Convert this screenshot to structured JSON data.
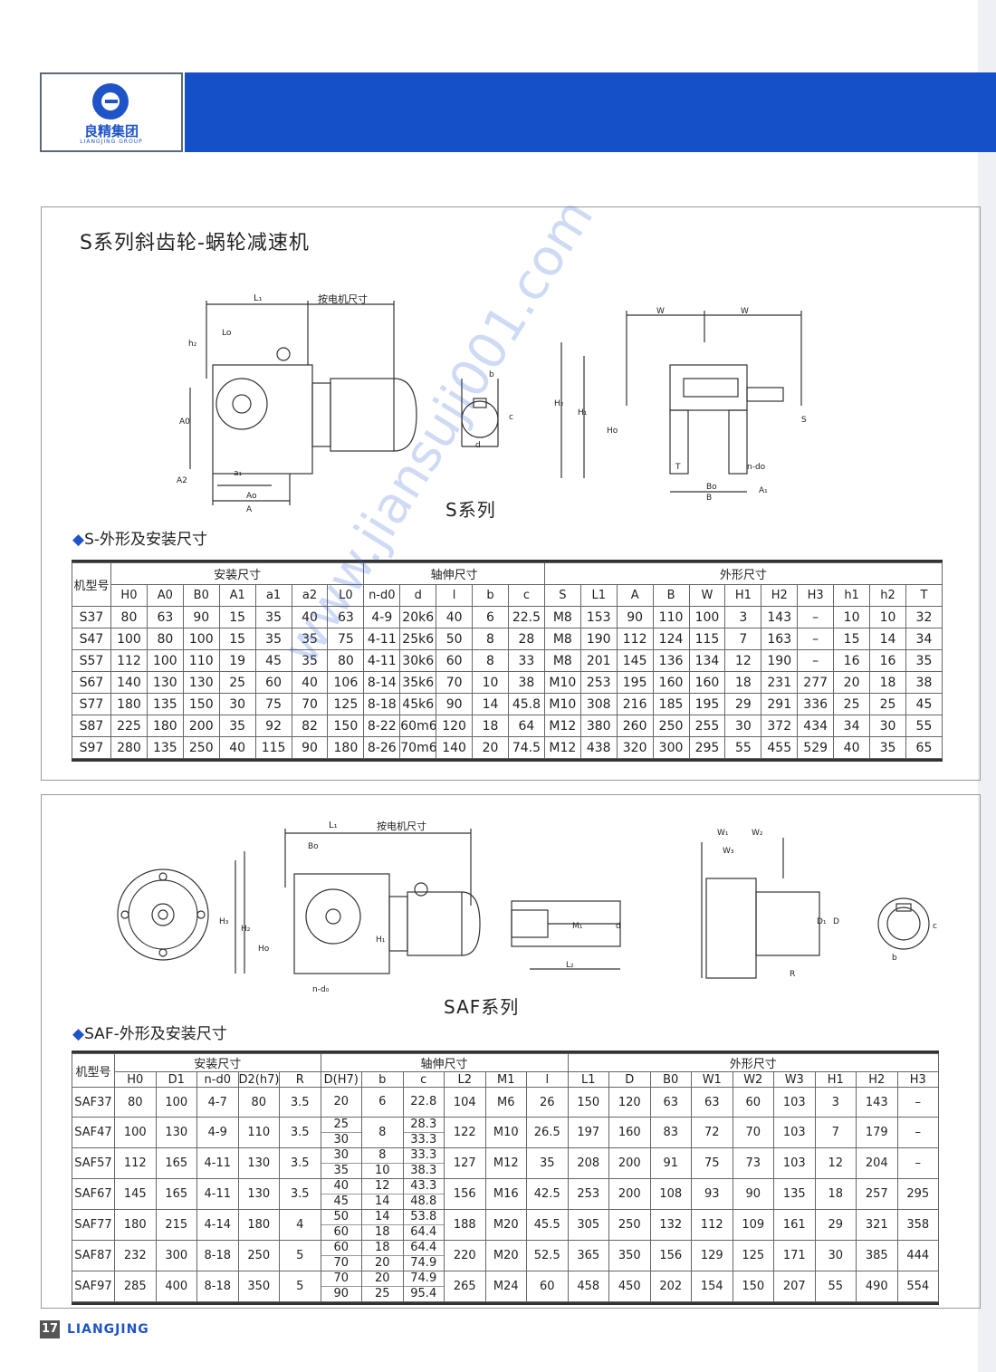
{
  "header": {
    "logo_cn": "良精集团",
    "logo_en": "LIANGJING GROUP"
  },
  "s_section": {
    "title": "S系列斜齿轮-蜗轮减速机",
    "diagram_caption": "S系列",
    "motor_note": "按电机尺寸",
    "subtitle": "S-外形及安装尺寸",
    "groups": {
      "model": "机型号",
      "install": "安装尺寸",
      "shaft": "轴伸尺寸",
      "outline": "外形尺寸"
    },
    "columns": [
      "H0",
      "A0",
      "B0",
      "A1",
      "a1",
      "a2",
      "L0",
      "n-d0",
      "d",
      "l",
      "b",
      "c",
      "S",
      "L1",
      "A",
      "B",
      "W",
      "H1",
      "H2",
      "H3",
      "h1",
      "h2",
      "T"
    ],
    "rows": [
      [
        "S37",
        "80",
        "63",
        "90",
        "15",
        "35",
        "40",
        "63",
        "4-9",
        "20k6",
        "40",
        "6",
        "22.5",
        "M8",
        "153",
        "90",
        "110",
        "100",
        "3",
        "143",
        "–",
        "10",
        "10",
        "32"
      ],
      [
        "S47",
        "100",
        "80",
        "100",
        "15",
        "35",
        "35",
        "75",
        "4-11",
        "25k6",
        "50",
        "8",
        "28",
        "M8",
        "190",
        "112",
        "124",
        "115",
        "7",
        "163",
        "–",
        "15",
        "14",
        "34"
      ],
      [
        "S57",
        "112",
        "100",
        "110",
        "19",
        "45",
        "35",
        "80",
        "4-11",
        "30k6",
        "60",
        "8",
        "33",
        "M8",
        "201",
        "145",
        "136",
        "134",
        "12",
        "190",
        "–",
        "16",
        "16",
        "35"
      ],
      [
        "S67",
        "140",
        "130",
        "130",
        "25",
        "60",
        "40",
        "106",
        "8-14",
        "35k6",
        "70",
        "10",
        "38",
        "M10",
        "253",
        "195",
        "160",
        "160",
        "18",
        "231",
        "277",
        "20",
        "18",
        "38"
      ],
      [
        "S77",
        "180",
        "135",
        "150",
        "30",
        "75",
        "70",
        "125",
        "8-18",
        "45k6",
        "90",
        "14",
        "45.8",
        "M10",
        "308",
        "216",
        "185",
        "195",
        "29",
        "291",
        "336",
        "25",
        "25",
        "45"
      ],
      [
        "S87",
        "225",
        "180",
        "200",
        "35",
        "92",
        "82",
        "150",
        "8-22",
        "60m6",
        "120",
        "18",
        "64",
        "M12",
        "380",
        "260",
        "250",
        "255",
        "30",
        "372",
        "434",
        "34",
        "30",
        "55"
      ],
      [
        "S97",
        "280",
        "135",
        "250",
        "40",
        "115",
        "90",
        "180",
        "8-26",
        "70m6",
        "140",
        "20",
        "74.5",
        "M12",
        "438",
        "320",
        "300",
        "295",
        "55",
        "455",
        "529",
        "40",
        "35",
        "65"
      ]
    ]
  },
  "saf_section": {
    "diagram_caption": "SAF系列",
    "motor_note": "按电机尺寸",
    "subtitle": "SAF-外形及安装尺寸",
    "groups": {
      "model": "机型号",
      "install": "安装尺寸",
      "shaft": "轴伸尺寸",
      "outline": "外形尺寸"
    },
    "columns": [
      "H0",
      "D1",
      "n-d0",
      "D2(h7)",
      "R",
      "D(H7)",
      "b",
      "c",
      "L2",
      "M1",
      "l",
      "L1",
      "D",
      "B0",
      "W1",
      "W2",
      "W3",
      "H1",
      "H2",
      "H3"
    ],
    "rows": [
      {
        "model": "SAF37",
        "H0": "80",
        "D1": "100",
        "nd0": "4-7",
        "D2": "80",
        "R": "3.5",
        "D": [
          "20"
        ],
        "b": [
          "6"
        ],
        "c": [
          "22.8"
        ],
        "L2": "104",
        "M1": "M6",
        "l": "26",
        "L1": "150",
        "Dout": "120",
        "B0": "63",
        "W1": "63",
        "W2": "60",
        "W3": "103",
        "H1": "3",
        "H2": "143",
        "H3": "–"
      },
      {
        "model": "SAF47",
        "H0": "100",
        "D1": "130",
        "nd0": "4-9",
        "D2": "110",
        "R": "3.5",
        "D": [
          "25",
          "30"
        ],
        "b": [
          "8"
        ],
        "c": [
          "28.3",
          "33.3"
        ],
        "L2": "122",
        "M1": "M10",
        "l": "26.5",
        "L1": "197",
        "Dout": "160",
        "B0": "83",
        "W1": "72",
        "W2": "70",
        "W3": "103",
        "H1": "7",
        "H2": "179",
        "H3": "–"
      },
      {
        "model": "SAF57",
        "H0": "112",
        "D1": "165",
        "nd0": "4-11",
        "D2": "130",
        "R": "3.5",
        "D": [
          "30",
          "35"
        ],
        "b": [
          "8",
          "10"
        ],
        "c": [
          "33.3",
          "38.3"
        ],
        "L2": "127",
        "M1": "M12",
        "l": "35",
        "L1": "208",
        "Dout": "200",
        "B0": "91",
        "W1": "75",
        "W2": "73",
        "W3": "103",
        "H1": "12",
        "H2": "204",
        "H3": "–"
      },
      {
        "model": "SAF67",
        "H0": "145",
        "D1": "165",
        "nd0": "4-11",
        "D2": "130",
        "R": "3.5",
        "D": [
          "40",
          "45"
        ],
        "b": [
          "12",
          "14"
        ],
        "c": [
          "43.3",
          "48.8"
        ],
        "L2": "156",
        "M1": "M16",
        "l": "42.5",
        "L1": "253",
        "Dout": "200",
        "B0": "108",
        "W1": "93",
        "W2": "90",
        "W3": "135",
        "H1": "18",
        "H2": "257",
        "H3": "295"
      },
      {
        "model": "SAF77",
        "H0": "180",
        "D1": "215",
        "nd0": "4-14",
        "D2": "180",
        "R": "4",
        "D": [
          "50",
          "60"
        ],
        "b": [
          "14",
          "18"
        ],
        "c": [
          "53.8",
          "64.4"
        ],
        "L2": "188",
        "M1": "M20",
        "l": "45.5",
        "L1": "305",
        "Dout": "250",
        "B0": "132",
        "W1": "112",
        "W2": "109",
        "W3": "161",
        "H1": "29",
        "H2": "321",
        "H3": "358"
      },
      {
        "model": "SAF87",
        "H0": "232",
        "D1": "300",
        "nd0": "8-18",
        "D2": "250",
        "R": "5",
        "D": [
          "60",
          "70"
        ],
        "b": [
          "18",
          "20"
        ],
        "c": [
          "64.4",
          "74.9"
        ],
        "L2": "220",
        "M1": "M20",
        "l": "52.5",
        "L1": "365",
        "Dout": "350",
        "B0": "156",
        "W1": "129",
        "W2": "125",
        "W3": "171",
        "H1": "30",
        "H2": "385",
        "H3": "444"
      },
      {
        "model": "SAF97",
        "H0": "285",
        "D1": "400",
        "nd0": "8-18",
        "D2": "350",
        "R": "5",
        "D": [
          "70",
          "90"
        ],
        "b": [
          "20",
          "25"
        ],
        "c": [
          "74.9",
          "95.4"
        ],
        "L2": "265",
        "M1": "M24",
        "l": "60",
        "L1": "458",
        "Dout": "450",
        "B0": "202",
        "W1": "154",
        "W2": "150",
        "W3": "207",
        "H1": "55",
        "H2": "490",
        "H3": "554"
      }
    ]
  },
  "watermark": "www.jiansuji001.com",
  "footer": {
    "page": "17",
    "brand": "LIANGJING"
  }
}
